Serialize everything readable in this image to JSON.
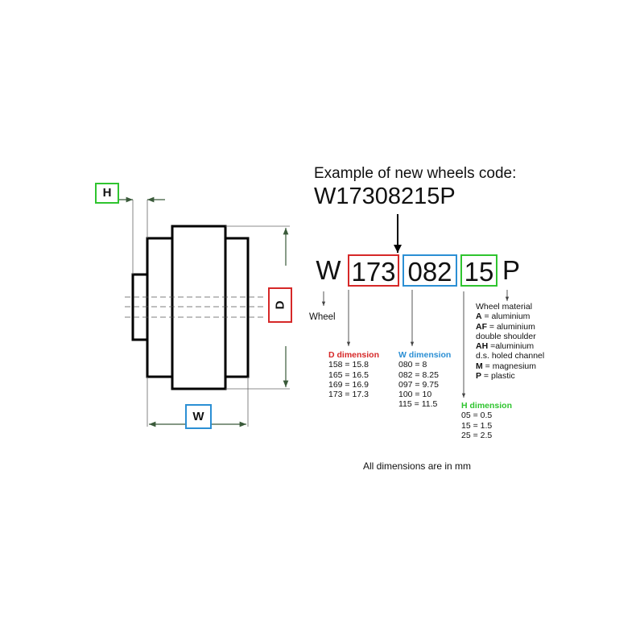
{
  "header": {
    "intro": "Example of new wheels code:",
    "code": "W17308215P"
  },
  "code_segments": [
    {
      "text": "W",
      "boxed": false,
      "color": ""
    },
    {
      "text": "173",
      "boxed": true,
      "color": "#d62828"
    },
    {
      "text": "082",
      "boxed": true,
      "color": "#2b8fd4"
    },
    {
      "text": "15",
      "boxed": true,
      "color": "#2fc42f"
    },
    {
      "text": "P",
      "boxed": false,
      "color": ""
    }
  ],
  "drawing_labels": {
    "H": "H",
    "D": "D",
    "W": "W"
  },
  "colors": {
    "d": "#d62828",
    "w": "#2b8fd4",
    "h": "#2fc42f",
    "dimension_line": "#3a5a3a"
  },
  "wheel_label": "Wheel",
  "d_dimension": {
    "title": "D dimension",
    "rows": [
      "158 = 15.8",
      "165 = 16.5",
      "169 = 16.9",
      "173 = 17.3"
    ]
  },
  "w_dimension": {
    "title": "W dimension",
    "rows": [
      "080 = 8",
      "082 = 8.25",
      "097 = 9.75",
      "100 = 10",
      "115 = 11.5"
    ]
  },
  "h_dimension": {
    "title": "H dimension",
    "rows": [
      "05 = 0.5",
      "15 = 1.5",
      "25 = 2.5"
    ]
  },
  "material": {
    "title": "Wheel material",
    "entries": [
      {
        "code": "A",
        "text": " = aluminium"
      },
      {
        "code": "AF",
        "text": " = aluminium"
      },
      {
        "code": "",
        "text": "double shoulder"
      },
      {
        "code": "AH",
        "text": " =aluminium"
      },
      {
        "code": "",
        "text": "d.s. holed channel"
      },
      {
        "code": "M",
        "text": " = magnesium"
      },
      {
        "code": "P",
        "text": " = plastic"
      }
    ]
  },
  "footnote": "All dimensions are in mm"
}
